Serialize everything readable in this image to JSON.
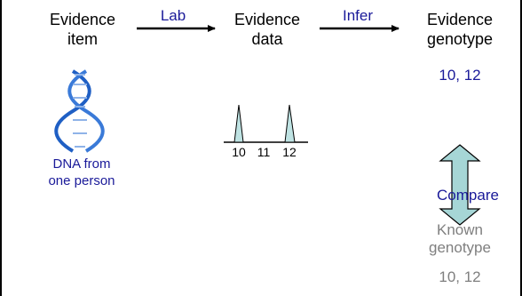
{
  "evidence_item": {
    "line1": "Evidence",
    "line2": "item"
  },
  "evidence_data": {
    "line1": "Evidence",
    "line2": "data"
  },
  "evidence_genotype": {
    "line1": "Evidence",
    "line2": "genotype",
    "value": "10, 12"
  },
  "arrow_lab": {
    "label": "Lab"
  },
  "arrow_infer": {
    "label": "Infer"
  },
  "dna_caption": {
    "line1": "DNA from",
    "line2": "one person"
  },
  "electropherogram": {
    "ticks": [
      "10",
      "11",
      "12"
    ],
    "peaks_at": [
      "10",
      "12"
    ]
  },
  "compare": {
    "label": "Compare"
  },
  "known_genotype": {
    "line1": "Known",
    "line2": "genotype",
    "value": "10, 12"
  },
  "colors": {
    "text": "#000000",
    "blue_text": "#1a1a99",
    "grey_text": "#7f7f7f",
    "peak_fill": "#bfe3e3",
    "dna_blue": "#1f5fc4",
    "compare_fill": "#a6d6d6"
  }
}
